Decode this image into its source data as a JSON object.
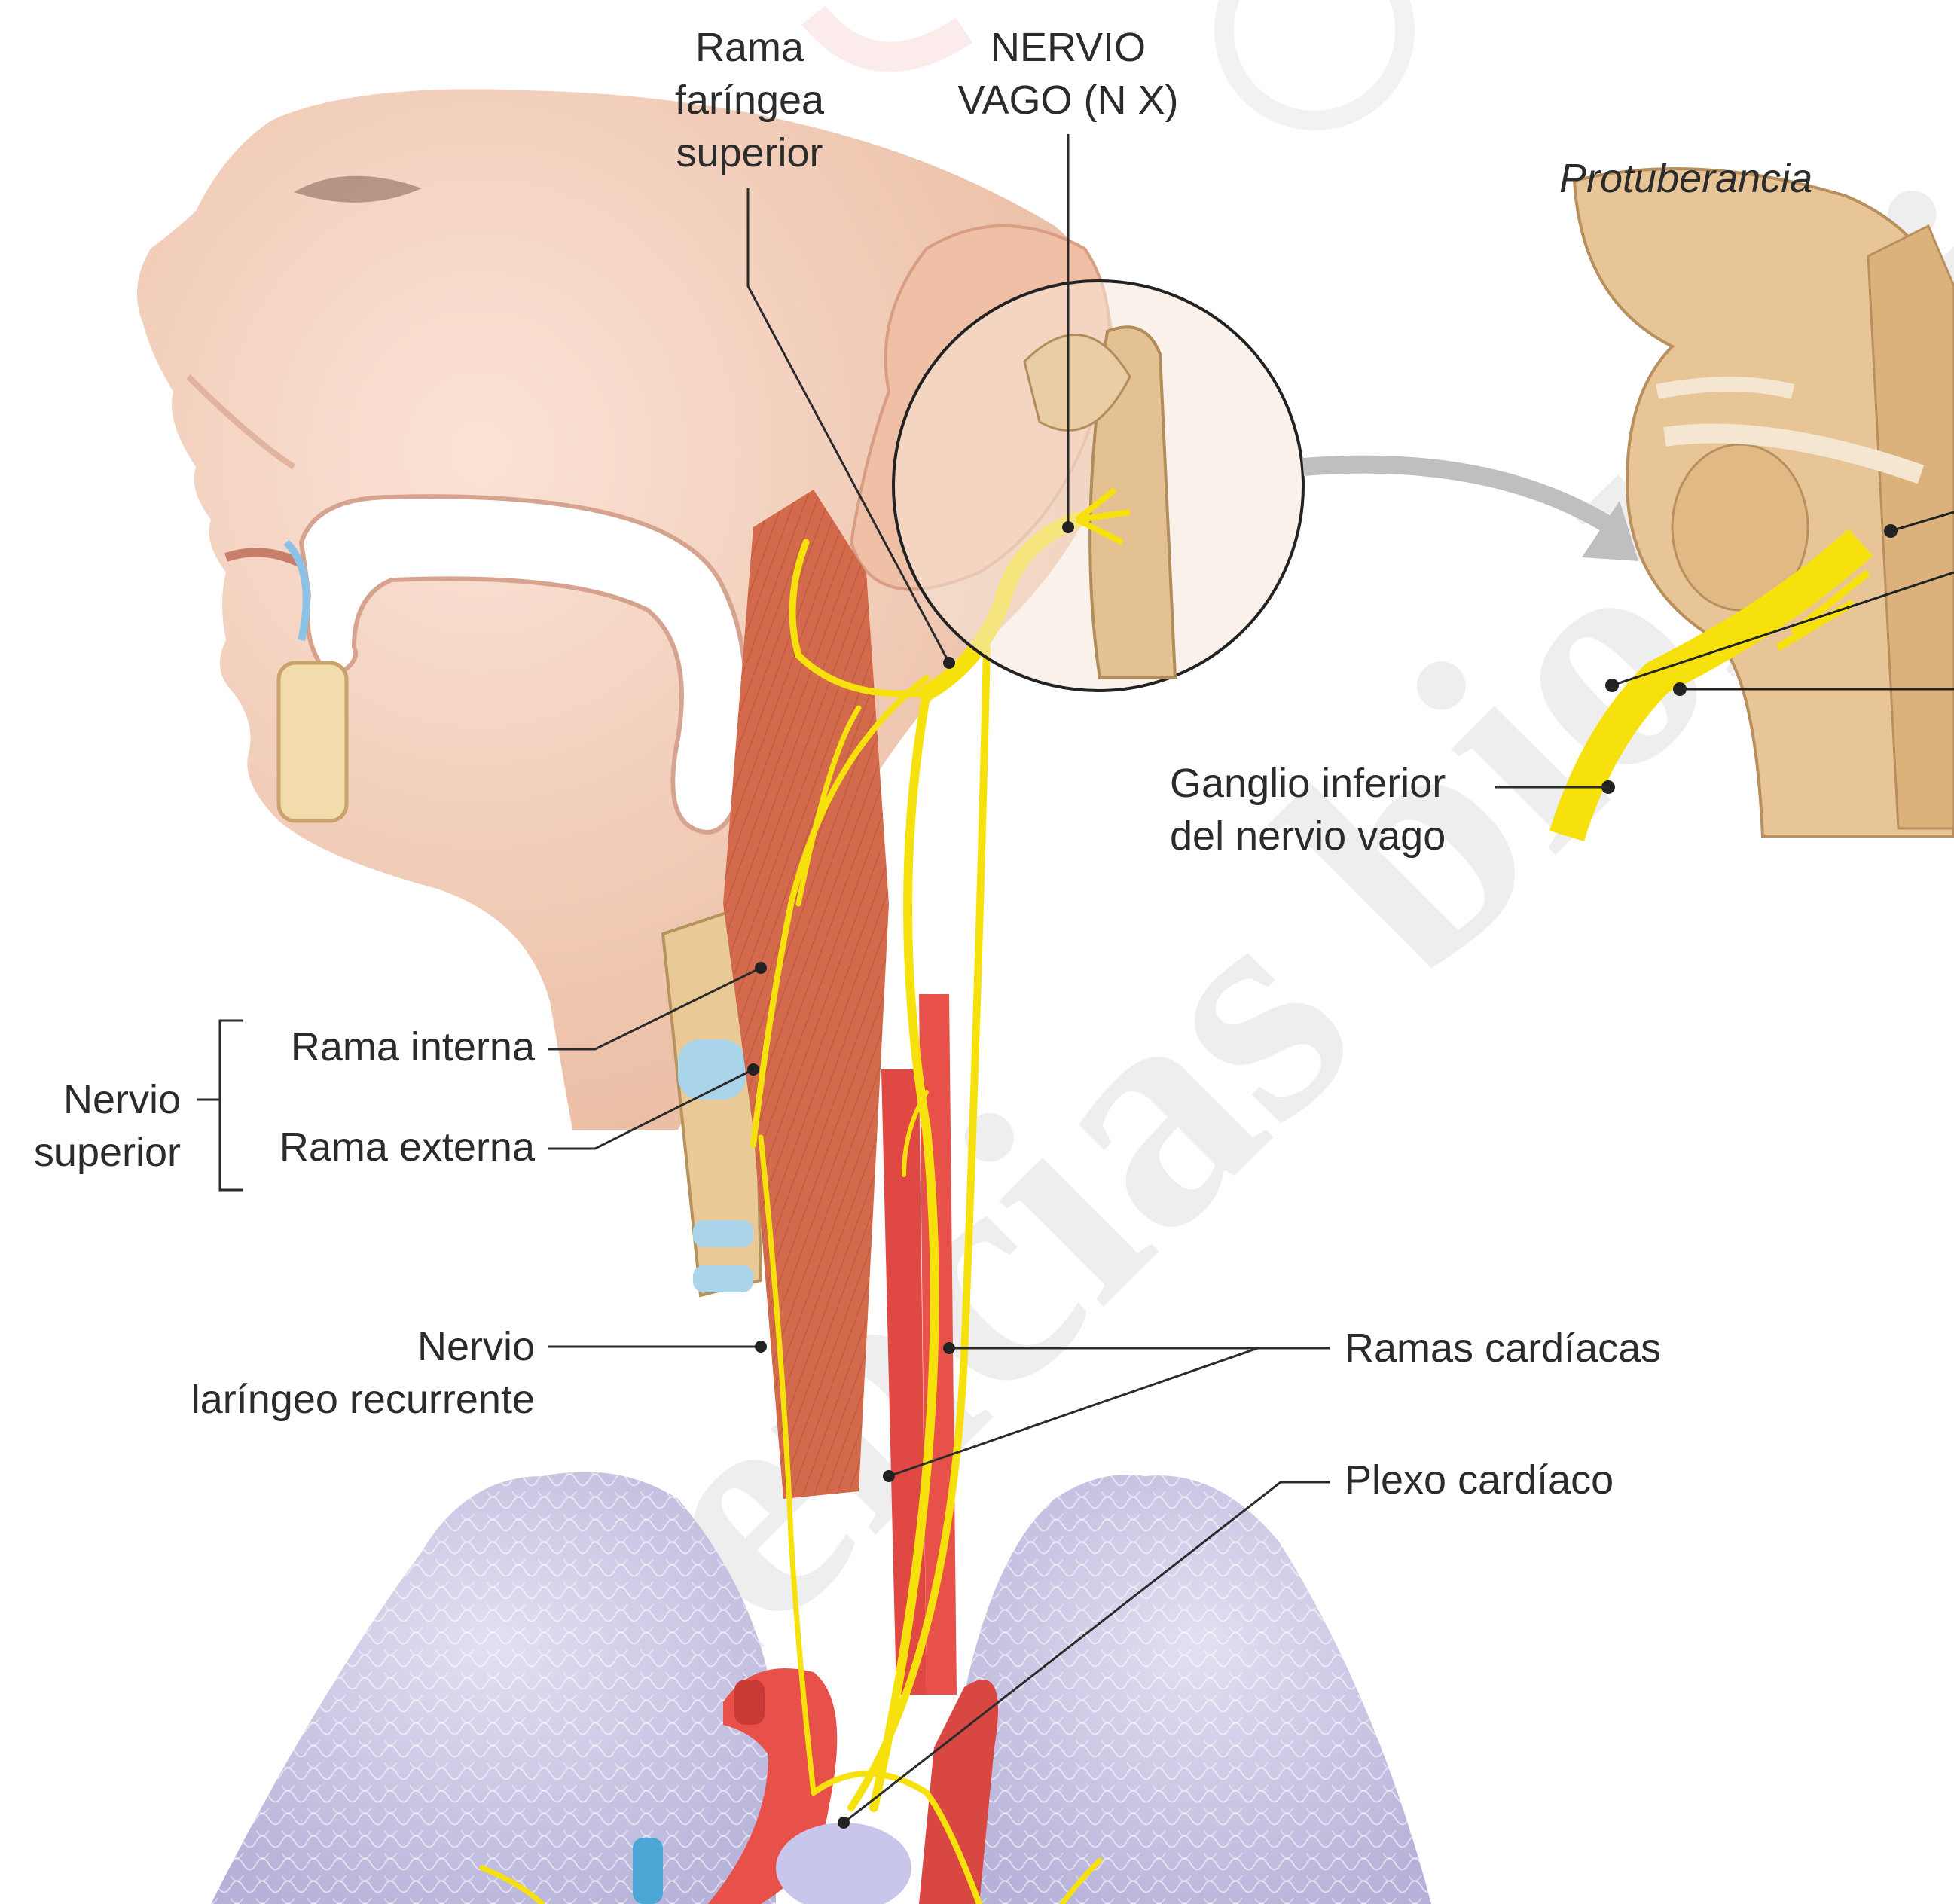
{
  "labels": {
    "rama_faringea": [
      "Rama",
      "faríngea",
      "superior"
    ],
    "nervio_vago": [
      "NERVIO",
      "VAGO (N X)"
    ],
    "protuberancia": "Protuberancia",
    "ganglio": [
      "Ganglio inferior",
      "del nervio vago"
    ],
    "rama_interna": "Rama interna",
    "rama_externa": "Rama externa",
    "nervio_superior": [
      "Nervio",
      "superior"
    ],
    "laringeo": [
      "Nervio",
      "laríngeo recurrente"
    ],
    "ramas_cardiacas": "Ramas cardíacas",
    "plexo": "Plexo cardíaco"
  },
  "watermark": "ciencias biológicas",
  "colors": {
    "nerve": "#f7e10c",
    "artery": "#e8504a",
    "muscle": "#cf6a4a",
    "skin": "#f3d0bd",
    "lung": "#c8c5e4",
    "brainstem": "#e4c193",
    "leader_line": "#2b2b2b"
  }
}
